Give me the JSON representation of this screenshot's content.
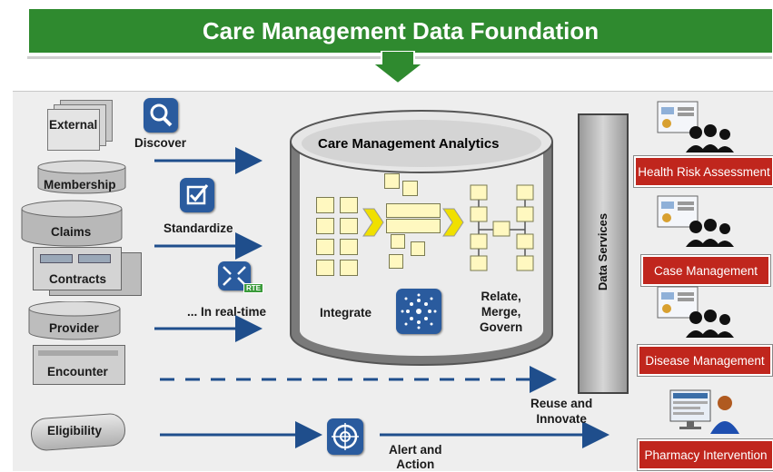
{
  "title": "Care Management Data Foundation",
  "sources": {
    "external": "External",
    "membership": "Membership",
    "claims": "Claims",
    "contracts": "Contracts",
    "provider": "Provider",
    "encounter": "Encounter",
    "eligibility": "Eligibility"
  },
  "steps": {
    "discover": "Discover",
    "standardize": "Standardize",
    "realtime": "... In real-time",
    "rte_badge": "RTE"
  },
  "analytics": {
    "title": "Care Management Analytics",
    "integrate": "Integrate",
    "relate_line1": "Relate,",
    "relate_line2": "Merge,",
    "relate_line3": "Govern"
  },
  "data_services": "Data Services",
  "reuse_line1": "Reuse and",
  "reuse_line2": "Innovate",
  "alert_line1": "Alert and",
  "alert_line2": "Action",
  "outputs": {
    "health_risk": "Health Risk Assessment",
    "case_mgmt": "Case Management",
    "disease_mgmt": "Disease Management",
    "pharmacy": "Pharmacy Intervention"
  },
  "colors": {
    "banner": "#2f8a2f",
    "arrow": "#1f4e8c",
    "output_button": "#c0261d",
    "chevron": "#f0e000",
    "icon_tile": "#2a5b9e"
  },
  "icons": [
    "search-icon",
    "checkbox-edit-icon",
    "realtime-compress-icon",
    "star-burst-icon",
    "globe-target-icon",
    "people-dashboard-icon",
    "person-computer-icon"
  ]
}
